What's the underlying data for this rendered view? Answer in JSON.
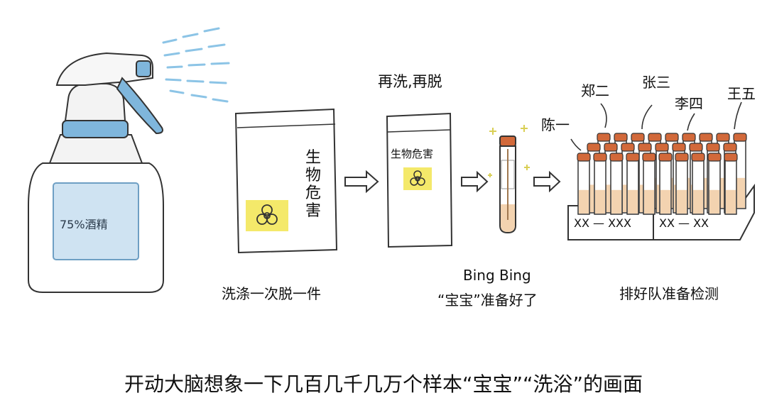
{
  "bottle": {
    "label": "75%酒精"
  },
  "bag_large": {
    "label_chars": [
      "生",
      "物",
      "危",
      "害"
    ]
  },
  "bag_small": {
    "label": "生物危害",
    "header": "再洗,再脱"
  },
  "captions": {
    "step1": "洗涤一次脱一件",
    "step2_line1": "Bing Bing",
    "step2_line2": "“宝宝”准备好了",
    "step3": "排好队准备检测"
  },
  "names": [
    "陈一",
    "郑二",
    "张三",
    "李四",
    "王五"
  ],
  "rack_labels": [
    "XX — XXX",
    "XX — XX"
  ],
  "bottom_caption": "开动大脑想象一下几百几千几万个样本“宝宝”“洗浴”的画面",
  "colors": {
    "bottle_blue": "#cfe3f2",
    "cap_blue": "#7fb6dc",
    "biohazard_yellow": "#f4e96a",
    "tube_cap": "#d2693a",
    "liquid": "#f3d3b0"
  }
}
